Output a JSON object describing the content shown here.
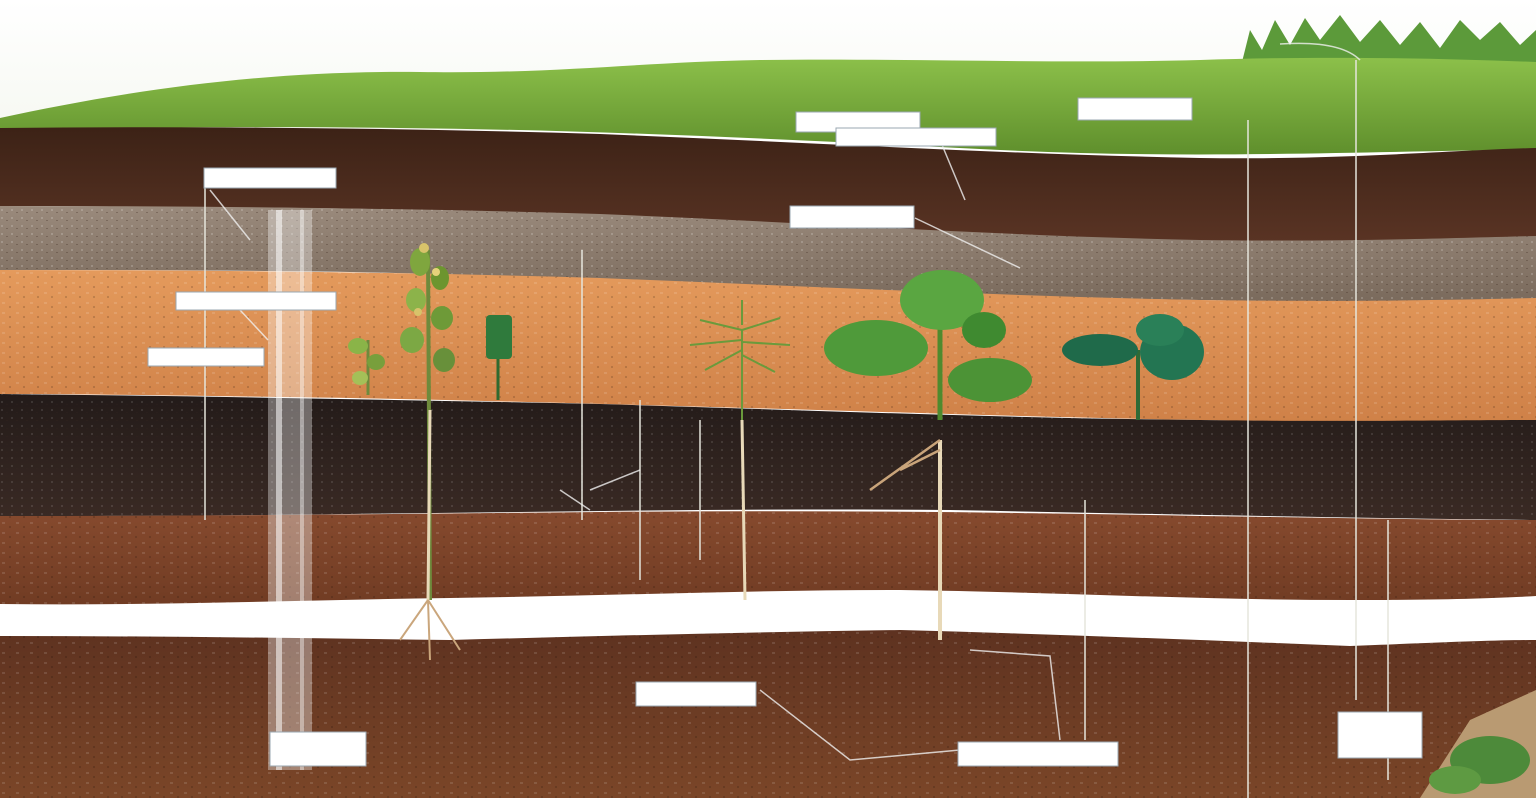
{
  "diagram": {
    "layers": [
      {
        "name": "grass-topsoil",
        "color": "#6f9e3a"
      },
      {
        "name": "dark-humus",
        "color": "#4a2a1c"
      },
      {
        "name": "gray-gravel",
        "color": "#8a7a6c"
      },
      {
        "name": "orange-sand",
        "color": "#d88a4e"
      },
      {
        "name": "black-organic",
        "color": "#2b2220"
      },
      {
        "name": "brown-clay",
        "color": "#7a4128"
      },
      {
        "name": "white-band",
        "color": "#ffffff"
      },
      {
        "name": "deep-soil",
        "color": "#6a3a22"
      }
    ],
    "plants": [
      {
        "name": "tall-flowering-plant"
      },
      {
        "name": "small-sprout"
      },
      {
        "name": "green-stalk"
      },
      {
        "name": "grass-tuft"
      },
      {
        "name": "broadleaf-seedling"
      },
      {
        "name": "dark-leaf-seedling"
      }
    ],
    "callouts": []
  }
}
